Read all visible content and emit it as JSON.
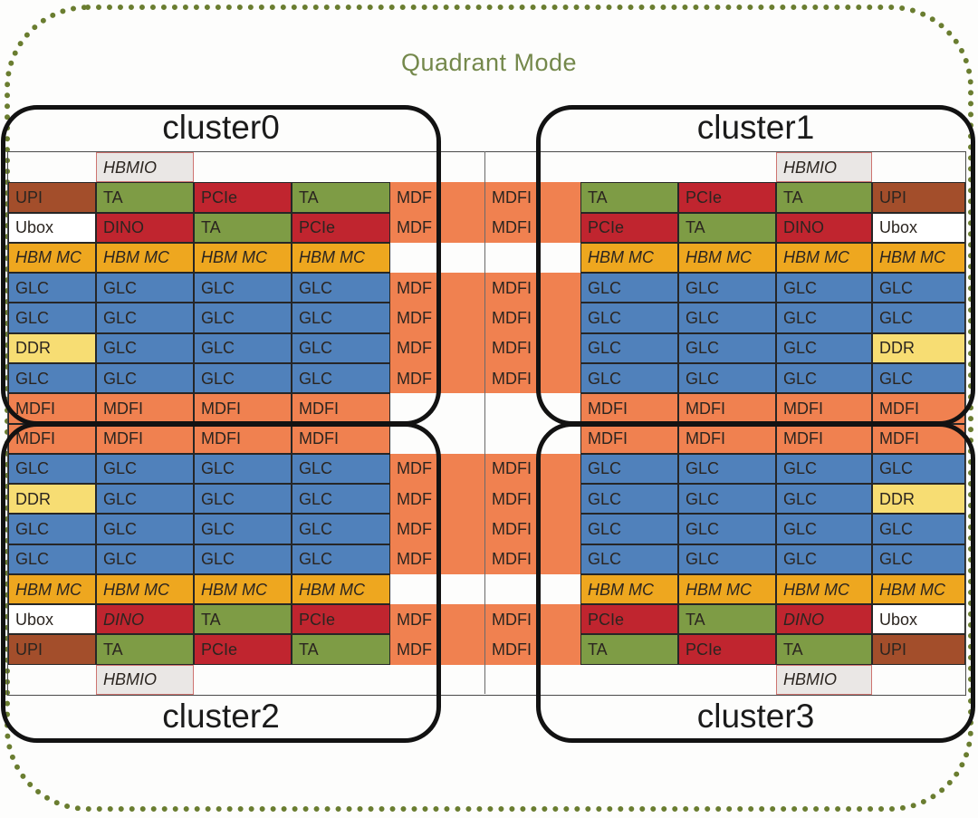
{
  "figure": {
    "title": "Quadrant Mode",
    "title_color": "#74884B",
    "outline_color": "#6A7D30",
    "cluster_border_color": "#121212",
    "grid_line_color": "#4A4A4A",
    "background": "#FDFDFC"
  },
  "clusters": [
    {
      "label": "cluster0"
    },
    {
      "label": "cluster1"
    },
    {
      "label": "cluster2"
    },
    {
      "label": "cluster3"
    }
  ],
  "palette": {
    "blank": {
      "bg": "transparent",
      "border": "none",
      "italic": false
    },
    "hbmio": {
      "bg": "#EAE7E5",
      "border": "#CE7470",
      "italic": true
    },
    "upi": {
      "bg": "#A34E2B",
      "border": "#262626",
      "italic": false
    },
    "ubox": {
      "bg": "#FFFFFF",
      "border": "#262626",
      "italic": false
    },
    "ta": {
      "bg": "#7E9C45",
      "border": "#262626",
      "italic": false
    },
    "pcie": {
      "bg": "#C0252F",
      "border": "#262626",
      "italic": false
    },
    "dino": {
      "bg": "#C0252F",
      "border": "#262626",
      "italic": false
    },
    "dino_i": {
      "bg": "#C0252F",
      "border": "#262626",
      "italic": true
    },
    "hbmmc": {
      "bg": "#EEA71F",
      "border": "#262626",
      "italic": true
    },
    "glc": {
      "bg": "#5081BB",
      "border": "#262626",
      "italic": false
    },
    "ddr": {
      "bg": "#F7DD73",
      "border": "#262626",
      "italic": false
    },
    "mdfi": {
      "bg": "#F08150",
      "border": "#262626",
      "italic": false
    },
    "gmdf": {
      "bg": "#F08150",
      "border": "none",
      "italic": false
    },
    "gmdfi": {
      "bg": "#F08150",
      "border": "none",
      "italic": false
    }
  },
  "grid": {
    "rows": [
      [
        {
          "k": "blank",
          "t": ""
        },
        {
          "k": "hbmio",
          "t": "HBMIO"
        },
        {
          "k": "blank",
          "t": ""
        },
        {
          "k": "blank",
          "t": ""
        },
        {
          "k": "blank",
          "t": ""
        },
        {
          "k": "blank",
          "t": ""
        },
        {
          "k": "blank",
          "t": ""
        },
        {
          "k": "blank",
          "t": ""
        },
        {
          "k": "hbmio",
          "t": "HBMIO"
        },
        {
          "k": "blank",
          "t": ""
        }
      ],
      [
        {
          "k": "upi",
          "t": "UPI"
        },
        {
          "k": "ta",
          "t": "TA"
        },
        {
          "k": "pcie",
          "t": "PCIe"
        },
        {
          "k": "ta",
          "t": "TA"
        },
        {
          "k": "gmdf",
          "t": "MDF"
        },
        {
          "k": "gmdfi",
          "t": "MDFI"
        },
        {
          "k": "ta",
          "t": "TA"
        },
        {
          "k": "pcie",
          "t": "PCIe"
        },
        {
          "k": "ta",
          "t": "TA"
        },
        {
          "k": "upi",
          "t": "UPI"
        }
      ],
      [
        {
          "k": "ubox",
          "t": "Ubox"
        },
        {
          "k": "dino",
          "t": "DINO"
        },
        {
          "k": "ta",
          "t": "TA"
        },
        {
          "k": "pcie",
          "t": "PCIe"
        },
        {
          "k": "gmdf",
          "t": "MDF"
        },
        {
          "k": "gmdfi",
          "t": "MDFI"
        },
        {
          "k": "pcie",
          "t": "PCIe"
        },
        {
          "k": "ta",
          "t": "TA"
        },
        {
          "k": "dino",
          "t": "DINO"
        },
        {
          "k": "ubox",
          "t": "Ubox"
        }
      ],
      [
        {
          "k": "hbmmc",
          "t": "HBM MC"
        },
        {
          "k": "hbmmc",
          "t": "HBM MC"
        },
        {
          "k": "hbmmc",
          "t": "HBM MC"
        },
        {
          "k": "hbmmc",
          "t": "HBM MC"
        },
        {
          "k": "blank",
          "t": ""
        },
        {
          "k": "blank",
          "t": ""
        },
        {
          "k": "hbmmc",
          "t": "HBM MC"
        },
        {
          "k": "hbmmc",
          "t": "HBM MC"
        },
        {
          "k": "hbmmc",
          "t": "HBM MC"
        },
        {
          "k": "hbmmc",
          "t": "HBM MC"
        }
      ],
      [
        {
          "k": "glc",
          "t": "GLC"
        },
        {
          "k": "glc",
          "t": "GLC"
        },
        {
          "k": "glc",
          "t": "GLC"
        },
        {
          "k": "glc",
          "t": "GLC"
        },
        {
          "k": "gmdf",
          "t": "MDF"
        },
        {
          "k": "gmdfi",
          "t": "MDFI"
        },
        {
          "k": "glc",
          "t": "GLC"
        },
        {
          "k": "glc",
          "t": "GLC"
        },
        {
          "k": "glc",
          "t": "GLC"
        },
        {
          "k": "glc",
          "t": "GLC"
        }
      ],
      [
        {
          "k": "glc",
          "t": "GLC"
        },
        {
          "k": "glc",
          "t": "GLC"
        },
        {
          "k": "glc",
          "t": "GLC"
        },
        {
          "k": "glc",
          "t": "GLC"
        },
        {
          "k": "gmdf",
          "t": "MDF"
        },
        {
          "k": "gmdfi",
          "t": "MDFI"
        },
        {
          "k": "glc",
          "t": "GLC"
        },
        {
          "k": "glc",
          "t": "GLC"
        },
        {
          "k": "glc",
          "t": "GLC"
        },
        {
          "k": "glc",
          "t": "GLC"
        }
      ],
      [
        {
          "k": "ddr",
          "t": "DDR"
        },
        {
          "k": "glc",
          "t": "GLC"
        },
        {
          "k": "glc",
          "t": "GLC"
        },
        {
          "k": "glc",
          "t": "GLC"
        },
        {
          "k": "gmdf",
          "t": "MDF"
        },
        {
          "k": "gmdfi",
          "t": "MDFI"
        },
        {
          "k": "glc",
          "t": "GLC"
        },
        {
          "k": "glc",
          "t": "GLC"
        },
        {
          "k": "glc",
          "t": "GLC"
        },
        {
          "k": "ddr",
          "t": "DDR"
        }
      ],
      [
        {
          "k": "glc",
          "t": "GLC"
        },
        {
          "k": "glc",
          "t": "GLC"
        },
        {
          "k": "glc",
          "t": "GLC"
        },
        {
          "k": "glc",
          "t": "GLC"
        },
        {
          "k": "gmdf",
          "t": "MDF"
        },
        {
          "k": "gmdfi",
          "t": "MDFI"
        },
        {
          "k": "glc",
          "t": "GLC"
        },
        {
          "k": "glc",
          "t": "GLC"
        },
        {
          "k": "glc",
          "t": "GLC"
        },
        {
          "k": "glc",
          "t": "GLC"
        }
      ],
      [
        {
          "k": "mdfi",
          "t": "MDFI"
        },
        {
          "k": "mdfi",
          "t": "MDFI"
        },
        {
          "k": "mdfi",
          "t": "MDFI"
        },
        {
          "k": "mdfi",
          "t": "MDFI"
        },
        {
          "k": "blank",
          "t": ""
        },
        {
          "k": "blank",
          "t": ""
        },
        {
          "k": "mdfi",
          "t": "MDFI"
        },
        {
          "k": "mdfi",
          "t": "MDFI"
        },
        {
          "k": "mdfi",
          "t": "MDFI"
        },
        {
          "k": "mdfi",
          "t": "MDFI"
        }
      ],
      [
        {
          "k": "mdfi",
          "t": "MDFI"
        },
        {
          "k": "mdfi",
          "t": "MDFI"
        },
        {
          "k": "mdfi",
          "t": "MDFI"
        },
        {
          "k": "mdfi",
          "t": "MDFI"
        },
        {
          "k": "blank",
          "t": ""
        },
        {
          "k": "blank",
          "t": ""
        },
        {
          "k": "mdfi",
          "t": "MDFI"
        },
        {
          "k": "mdfi",
          "t": "MDFI"
        },
        {
          "k": "mdfi",
          "t": "MDFI"
        },
        {
          "k": "mdfi",
          "t": "MDFI"
        }
      ],
      [
        {
          "k": "glc",
          "t": "GLC"
        },
        {
          "k": "glc",
          "t": "GLC"
        },
        {
          "k": "glc",
          "t": "GLC"
        },
        {
          "k": "glc",
          "t": "GLC"
        },
        {
          "k": "gmdf",
          "t": "MDF"
        },
        {
          "k": "gmdfi",
          "t": "MDFI"
        },
        {
          "k": "glc",
          "t": "GLC"
        },
        {
          "k": "glc",
          "t": "GLC"
        },
        {
          "k": "glc",
          "t": "GLC"
        },
        {
          "k": "glc",
          "t": "GLC"
        }
      ],
      [
        {
          "k": "ddr",
          "t": "DDR"
        },
        {
          "k": "glc",
          "t": "GLC"
        },
        {
          "k": "glc",
          "t": "GLC"
        },
        {
          "k": "glc",
          "t": "GLC"
        },
        {
          "k": "gmdf",
          "t": "MDF"
        },
        {
          "k": "gmdfi",
          "t": "MDFI"
        },
        {
          "k": "glc",
          "t": "GLC"
        },
        {
          "k": "glc",
          "t": "GLC"
        },
        {
          "k": "glc",
          "t": "GLC"
        },
        {
          "k": "ddr",
          "t": "DDR"
        }
      ],
      [
        {
          "k": "glc",
          "t": "GLC"
        },
        {
          "k": "glc",
          "t": "GLC"
        },
        {
          "k": "glc",
          "t": "GLC"
        },
        {
          "k": "glc",
          "t": "GLC"
        },
        {
          "k": "gmdf",
          "t": "MDF"
        },
        {
          "k": "gmdfi",
          "t": "MDFI"
        },
        {
          "k": "glc",
          "t": "GLC"
        },
        {
          "k": "glc",
          "t": "GLC"
        },
        {
          "k": "glc",
          "t": "GLC"
        },
        {
          "k": "glc",
          "t": "GLC"
        }
      ],
      [
        {
          "k": "glc",
          "t": "GLC"
        },
        {
          "k": "glc",
          "t": "GLC"
        },
        {
          "k": "glc",
          "t": "GLC"
        },
        {
          "k": "glc",
          "t": "GLC"
        },
        {
          "k": "gmdf",
          "t": "MDF"
        },
        {
          "k": "gmdfi",
          "t": "MDFI"
        },
        {
          "k": "glc",
          "t": "GLC"
        },
        {
          "k": "glc",
          "t": "GLC"
        },
        {
          "k": "glc",
          "t": "GLC"
        },
        {
          "k": "glc",
          "t": "GLC"
        }
      ],
      [
        {
          "k": "hbmmc",
          "t": "HBM MC"
        },
        {
          "k": "hbmmc",
          "t": "HBM MC"
        },
        {
          "k": "hbmmc",
          "t": "HBM MC"
        },
        {
          "k": "hbmmc",
          "t": "HBM MC"
        },
        {
          "k": "blank",
          "t": ""
        },
        {
          "k": "blank",
          "t": ""
        },
        {
          "k": "hbmmc",
          "t": "HBM MC"
        },
        {
          "k": "hbmmc",
          "t": "HBM MC"
        },
        {
          "k": "hbmmc",
          "t": "HBM MC"
        },
        {
          "k": "hbmmc",
          "t": "HBM MC"
        }
      ],
      [
        {
          "k": "ubox",
          "t": "Ubox"
        },
        {
          "k": "dino_i",
          "t": "DINO"
        },
        {
          "k": "ta",
          "t": "TA"
        },
        {
          "k": "pcie",
          "t": "PCIe"
        },
        {
          "k": "gmdf",
          "t": "MDF"
        },
        {
          "k": "gmdfi",
          "t": "MDFI"
        },
        {
          "k": "pcie",
          "t": "PCIe"
        },
        {
          "k": "ta",
          "t": "TA"
        },
        {
          "k": "dino_i",
          "t": "DINO"
        },
        {
          "k": "ubox",
          "t": "Ubox"
        }
      ],
      [
        {
          "k": "upi",
          "t": "UPI"
        },
        {
          "k": "ta",
          "t": "TA"
        },
        {
          "k": "pcie",
          "t": "PCIe"
        },
        {
          "k": "ta",
          "t": "TA"
        },
        {
          "k": "gmdf",
          "t": "MDF"
        },
        {
          "k": "gmdfi",
          "t": "MDFI"
        },
        {
          "k": "ta",
          "t": "TA"
        },
        {
          "k": "pcie",
          "t": "PCIe"
        },
        {
          "k": "ta",
          "t": "TA"
        },
        {
          "k": "upi",
          "t": "UPI"
        }
      ],
      [
        {
          "k": "blank",
          "t": ""
        },
        {
          "k": "hbmio",
          "t": "HBMIO"
        },
        {
          "k": "blank",
          "t": ""
        },
        {
          "k": "blank",
          "t": ""
        },
        {
          "k": "blank",
          "t": ""
        },
        {
          "k": "blank",
          "t": ""
        },
        {
          "k": "blank",
          "t": ""
        },
        {
          "k": "blank",
          "t": ""
        },
        {
          "k": "hbmio",
          "t": "HBMIO"
        },
        {
          "k": "blank",
          "t": ""
        }
      ]
    ]
  }
}
